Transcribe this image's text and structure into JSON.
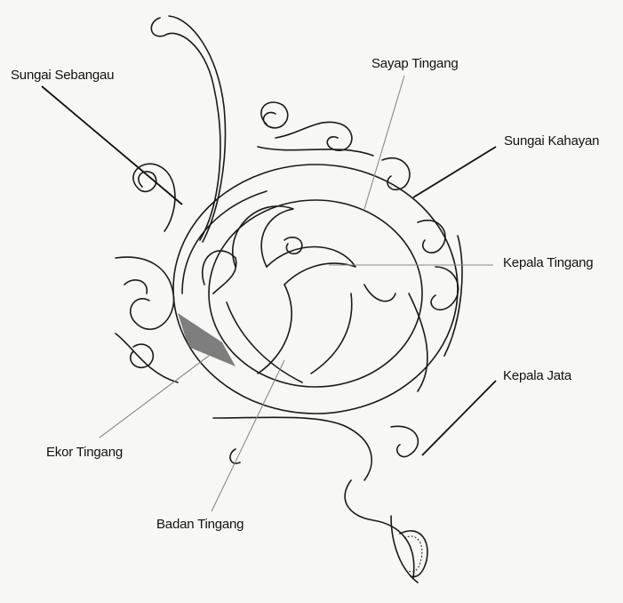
{
  "labels": {
    "sungai_sebangau": "Sungai Sebangau",
    "sayap_tingang": "Sayap Tingang",
    "sungai_kahayan": "Sungai Kahayan",
    "kepala_tingang": "Kepala Tingang",
    "kepala_jata": "Kepala Jata",
    "ekor_tingang": "Ekor Tingang",
    "badan_tingang": "Badan Tingang"
  },
  "colors": {
    "ink": "#1a1a1a",
    "leader": "#111111",
    "leader_faint": "#8a8a8a",
    "paper": "#f7f7f5",
    "shade": "#555555"
  }
}
